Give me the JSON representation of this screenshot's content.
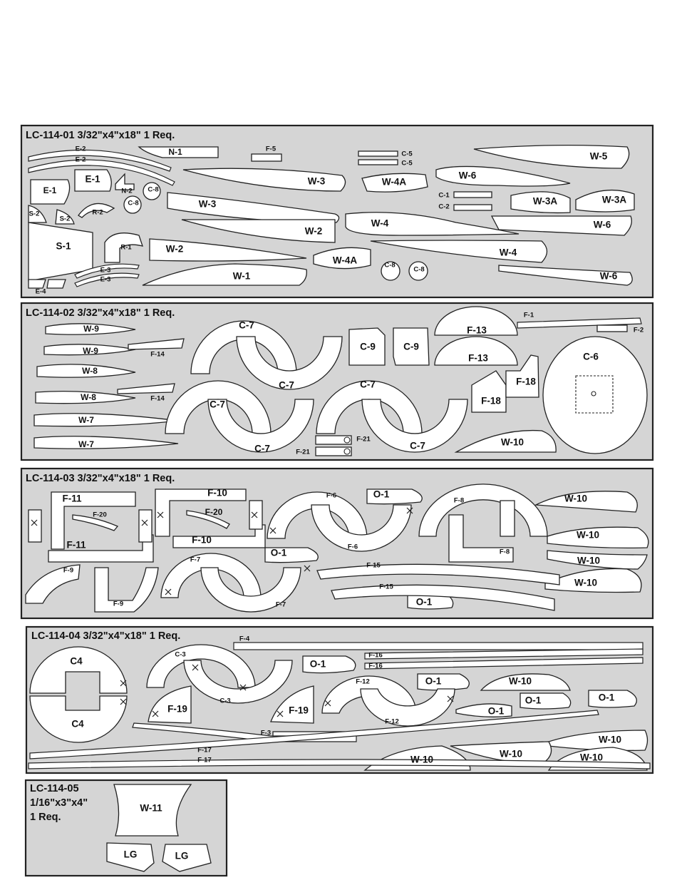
{
  "sheets": [
    {
      "title": "LC-114-01 3/32\"x4\"x18\" 1 Req."
    },
    {
      "title": "LC-114-02 3/32\"x4\"x18\" 1 Req."
    },
    {
      "title": "LC-114-03 3/32\"x4\"x18\" 1 Req."
    },
    {
      "title": "LC-114-04 3/32\"x4\"x18\" 1 Req."
    },
    {
      "title_lines": [
        "LC-114-05",
        "1/16\"x3\"x4\"",
        "1 Req."
      ]
    }
  ],
  "labels": {
    "s1": [
      "E-2",
      "E-2",
      "N-1",
      "F-5",
      "C-5",
      "C-5",
      "W-5",
      "E-1",
      "N-2",
      "C-8",
      "C-8",
      "W-3",
      "W-4A",
      "W-6",
      "E-1",
      "C-1",
      "C-2",
      "W-3A",
      "W-3A",
      "S-2",
      "S-2",
      "R-2",
      "W-3",
      "W-2",
      "W-4",
      "W-6",
      "S-1",
      "R-1",
      "W-2",
      "W-4",
      "W-4A",
      "C-8",
      "C-8",
      "E-3",
      "E-3",
      "W-1",
      "W-6",
      "E-4"
    ],
    "s2": [
      "W-9",
      "W-9",
      "F-14",
      "W-8",
      "W-8",
      "F-14",
      "W-7",
      "W-7",
      "C-7",
      "C-7",
      "C-7",
      "C-7",
      "C-7",
      "C-7",
      "C-9",
      "C-9",
      "F-13",
      "F-13",
      "F-1",
      "F-2",
      "F-18",
      "F-18",
      "C-6",
      "F-21",
      "F-21",
      "W-10"
    ],
    "s3": [
      "F-11",
      "F-11",
      "F-20",
      "F-10",
      "F-10",
      "F-20",
      "F-6",
      "F-6",
      "O-1",
      "O-1",
      "F-8",
      "F-8",
      "W-10",
      "W-10",
      "W-10",
      "W-10",
      "F-9",
      "F-9",
      "F-7",
      "F-7",
      "F-15",
      "F-15",
      "O-1"
    ],
    "s4": [
      "F-4",
      "C4",
      "C4",
      "C-3",
      "C-3",
      "F-19",
      "F-19",
      "O-1",
      "F-16",
      "F-16",
      "O-1",
      "W-10",
      "F-12",
      "F-12",
      "O-1",
      "O-1",
      "O-1",
      "W-10",
      "W-10",
      "W-10",
      "W-10",
      "F-3",
      "F-17",
      "F-17"
    ],
    "s5": [
      "W-11",
      "LG",
      "LG"
    ]
  }
}
